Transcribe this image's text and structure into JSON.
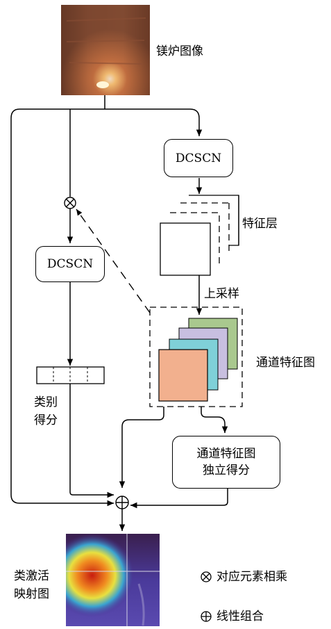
{
  "nodes": {
    "input_label": "镁炉图像",
    "dcscn_top": "DCSCN",
    "dcscn_left": "DCSCN",
    "feature_layers": "特征层",
    "upsample": "上采样",
    "channel_features": "通道特征图",
    "class_score": [
      "类别",
      "得分"
    ],
    "channel_score": [
      "通道特征图",
      "独立得分"
    ],
    "cam": [
      "类激活",
      "映射图"
    ]
  },
  "legend": {
    "multiply": "对应元素相乘",
    "linear": "线性组合"
  },
  "colors": {
    "feature_green": "#a9c88e",
    "feature_purple": "#c8bfe0",
    "feature_cyan": "#7fd0d8",
    "feature_salmon": "#f2b08e"
  }
}
